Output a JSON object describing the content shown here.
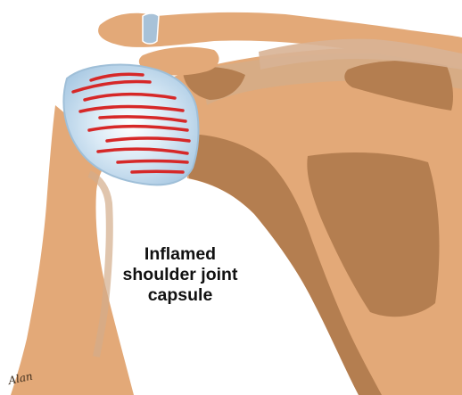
{
  "label": {
    "line1": "Inflamed",
    "line2": "shoulder joint",
    "line3": "capsule"
  },
  "signature": "Alan",
  "colors": {
    "bone": "#e3a978",
    "bone_dark": "#b47e50",
    "bone_shadow": "#d3ad8a",
    "clavicle_highlight": "#d8b395",
    "capsule": "#b9d6ec",
    "capsule_highlight": "#ffffff",
    "inflammation": "#d62828",
    "ligament": "#a8c2d8",
    "background": "#ffffff"
  }
}
